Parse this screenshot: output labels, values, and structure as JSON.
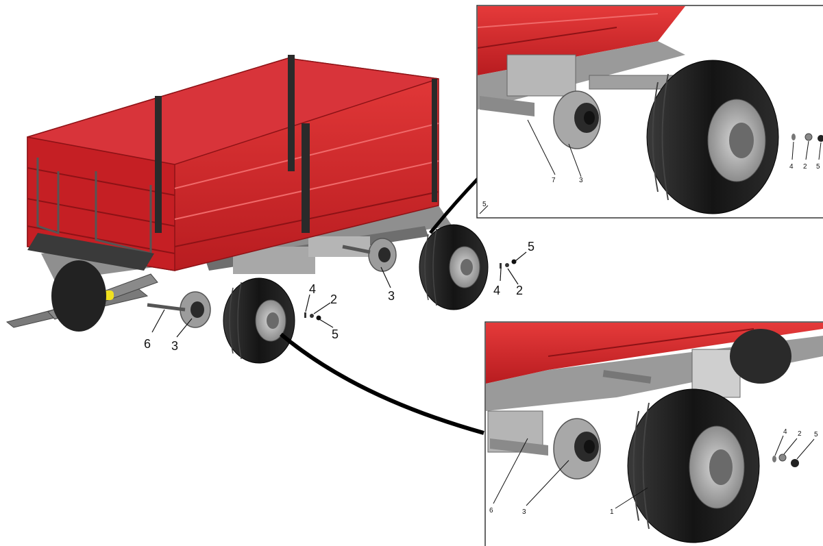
{
  "main_labels": {
    "front_wheel": {
      "washer": "4",
      "nut": "2",
      "cap": "5"
    },
    "rear_wheel": {
      "washer": "4",
      "nut": "2",
      "cap": "5"
    },
    "front_axle": {
      "shaft": "6",
      "hub": "3"
    },
    "rear_axle": {
      "hub": "3"
    }
  },
  "inset_top": {
    "labels": {
      "washer": "4",
      "nut": "2",
      "cap": "5",
      "arm": "7",
      "hub": "3",
      "corner": "5"
    }
  },
  "inset_bottom": {
    "labels": {
      "washer": "4",
      "nut": "2",
      "cap": "5",
      "shaft": "6",
      "hub": "3",
      "tire": "1"
    }
  },
  "colors": {
    "body_red": "#d8242a",
    "body_red_dark": "#a8171c",
    "chassis_grey": "#9a9a9a",
    "tire_black": "#1c1c1c",
    "rim_grey": "#b8b8b8"
  }
}
